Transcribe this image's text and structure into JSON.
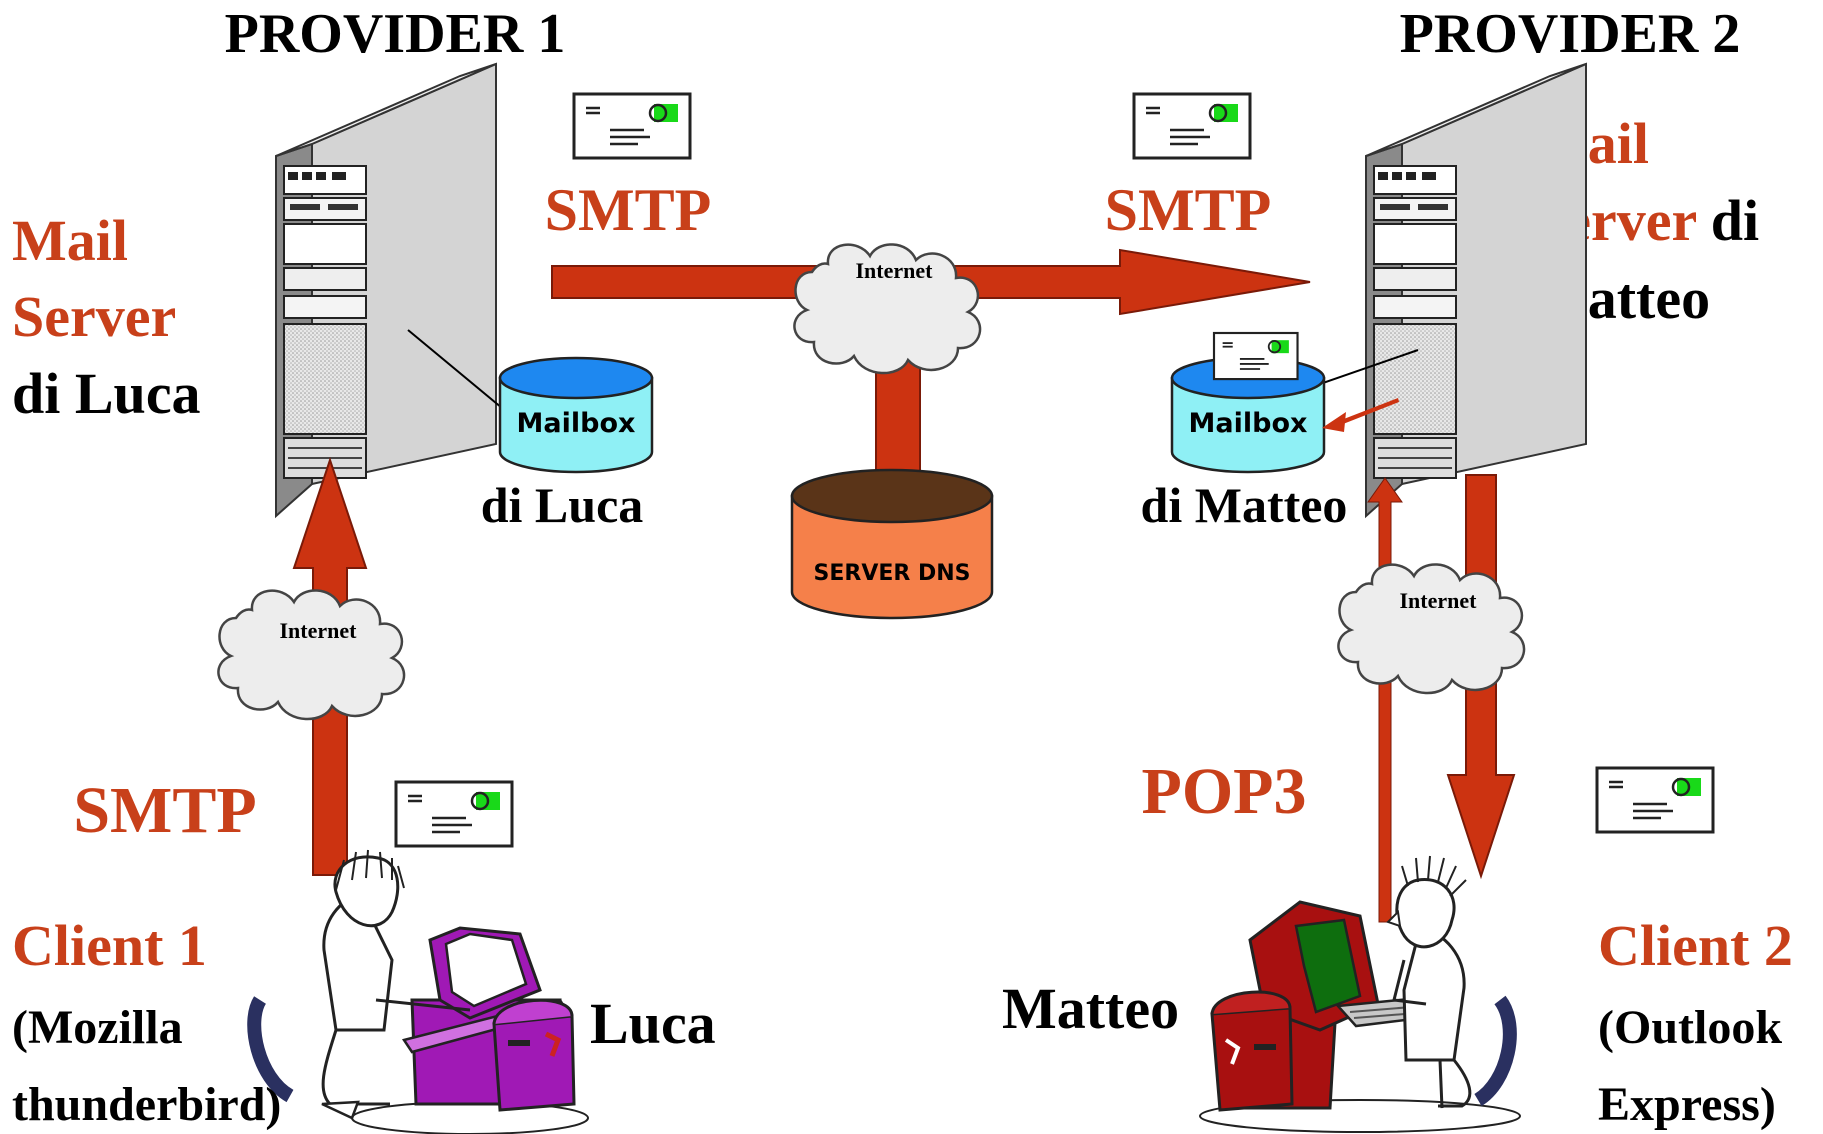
{
  "diagram": {
    "provider1": "PROVIDER 1",
    "provider2": "PROVIDER 2",
    "mail_server_luca": {
      "line1": "Mail",
      "line2": "Server",
      "line3": "di Luca"
    },
    "mail_server_matteo": {
      "line1": "Mail",
      "line2": "Server",
      "line2_suffix": " di",
      "line3": "Matteo"
    },
    "smtp_top_left": "SMTP",
    "smtp_top_right": "SMTP",
    "smtp_bottom": "SMTP",
    "pop3": "POP3",
    "internet_label": "Internet",
    "mailbox_label": "Mailbox",
    "mailbox_luca_caption": "di Luca",
    "mailbox_matteo_caption": "di Matteo",
    "server_dns": "SERVER DNS",
    "client1": {
      "title": "Client 1",
      "line2": "(Mozilla",
      "line3": "thunderbird)"
    },
    "client2": {
      "title": "Client 2",
      "line2": "(Outlook",
      "line3": "Express)"
    },
    "user_luca": "Luca",
    "user_matteo": "Matteo"
  },
  "colors": {
    "accent_red": "#c8401a",
    "arrow_red": "#cc3311",
    "mailbox_cyan": "#8ff0f5",
    "mailbox_top": "#1e88f0",
    "dns_orange": "#f5804a",
    "dns_top": "#5a3418",
    "server_gray": "#c7c7c7",
    "computer_purple": "#a019b5",
    "computer_red": "#a81010",
    "stamp_green": "#19d919"
  }
}
